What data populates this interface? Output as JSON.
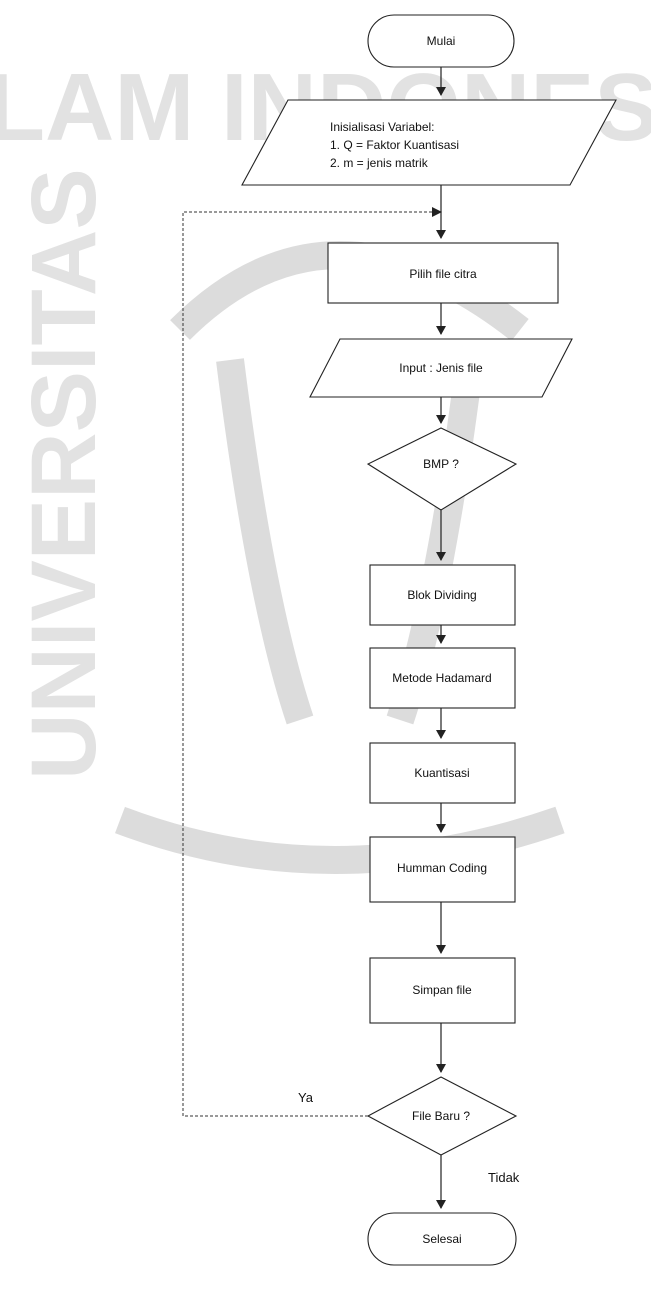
{
  "watermark": {
    "arc_text": "ISLAM INDONESIA",
    "side_text": "UNIVERSITAS",
    "color": "#d9d9d9"
  },
  "colors": {
    "line": "#222222",
    "fill": "#ffffff",
    "text": "#111111"
  },
  "nodes": {
    "start": {
      "label": "Mulai"
    },
    "init": {
      "lines": [
        "Inisialisasi Variabel:",
        "1. Q = Faktor Kuantisasi",
        "2. m = jenis matrik"
      ]
    },
    "pilih": {
      "label": "Pilih file citra"
    },
    "input": {
      "label": "Input : Jenis file"
    },
    "bmp": {
      "label": "BMP ?"
    },
    "blok": {
      "label": "Blok Dividing"
    },
    "hadamard": {
      "label": "Metode Hadamard"
    },
    "kuantisasi": {
      "label": "Kuantisasi"
    },
    "huffman": {
      "label": "Humman Coding"
    },
    "simpan": {
      "label": "Simpan file"
    },
    "filebaru": {
      "label": "File Baru ?"
    },
    "selesai": {
      "label": "Selesai"
    }
  },
  "edges": {
    "yes_label": "Ya",
    "no_label": "Tidak"
  }
}
